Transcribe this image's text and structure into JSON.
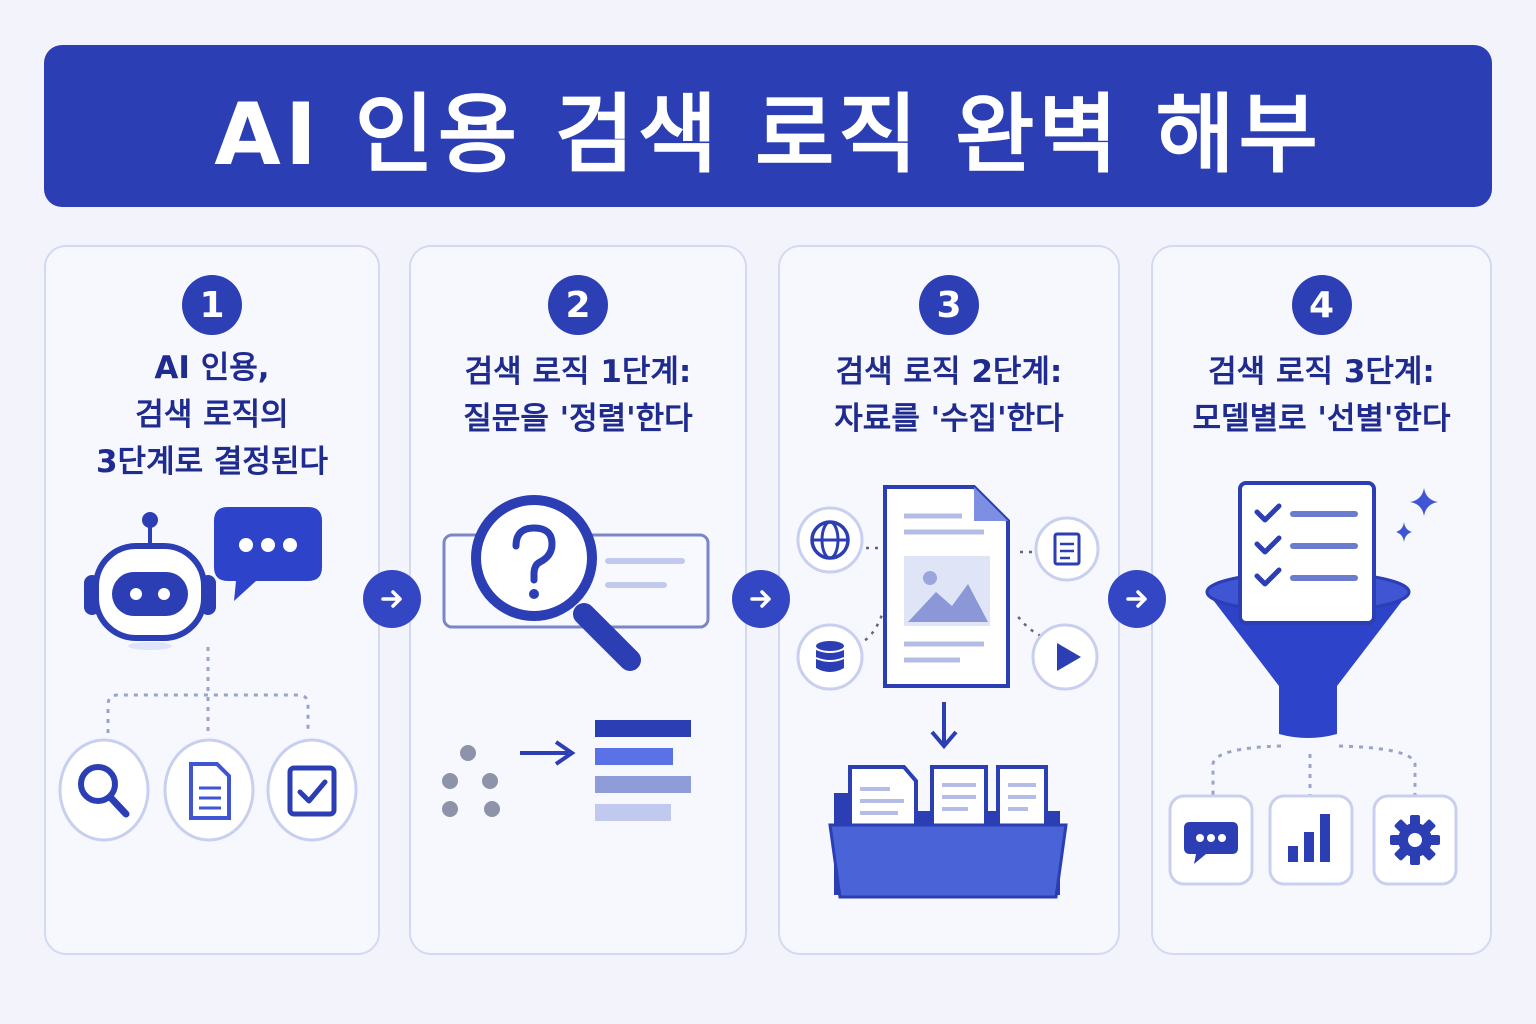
{
  "title": "AI 인용 검색 로직 완벽 해부",
  "steps": [
    {
      "number": "1",
      "title_lines": [
        "AI 인용,",
        "검색 로직의",
        "3단계로 결정된다"
      ]
    },
    {
      "number": "2",
      "title_lines": [
        "검색 로직 1단계:",
        "질문을 '정렬'한다"
      ]
    },
    {
      "number": "3",
      "title_lines": [
        "검색 로직 2단계:",
        "자료를 '수집'한다"
      ]
    },
    {
      "number": "4",
      "title_lines": [
        "검색 로직 3단계:",
        "모델별로 '선별'한다"
      ]
    }
  ],
  "colors": {
    "primary": "#2b3eb3",
    "accent": "#3f55d4",
    "light": "#dfe4fa",
    "panel_border": "#d4d9f2",
    "background": "#f3f4fb"
  },
  "icons": {
    "step1": [
      "robot-icon",
      "chat-bubble-icon",
      "search-icon",
      "document-icon",
      "checkbox-icon"
    ],
    "step2": [
      "magnifier-question-icon",
      "search-bar-icon",
      "dots-icon",
      "sort-bars-icon"
    ],
    "step3": [
      "globe-icon",
      "database-icon",
      "note-icon",
      "play-icon",
      "image-document-icon",
      "folder-icon"
    ],
    "step4": [
      "checklist-icon",
      "funnel-icon",
      "sparkle-icon",
      "chat-icon",
      "bar-chart-icon",
      "gear-icon"
    ]
  }
}
